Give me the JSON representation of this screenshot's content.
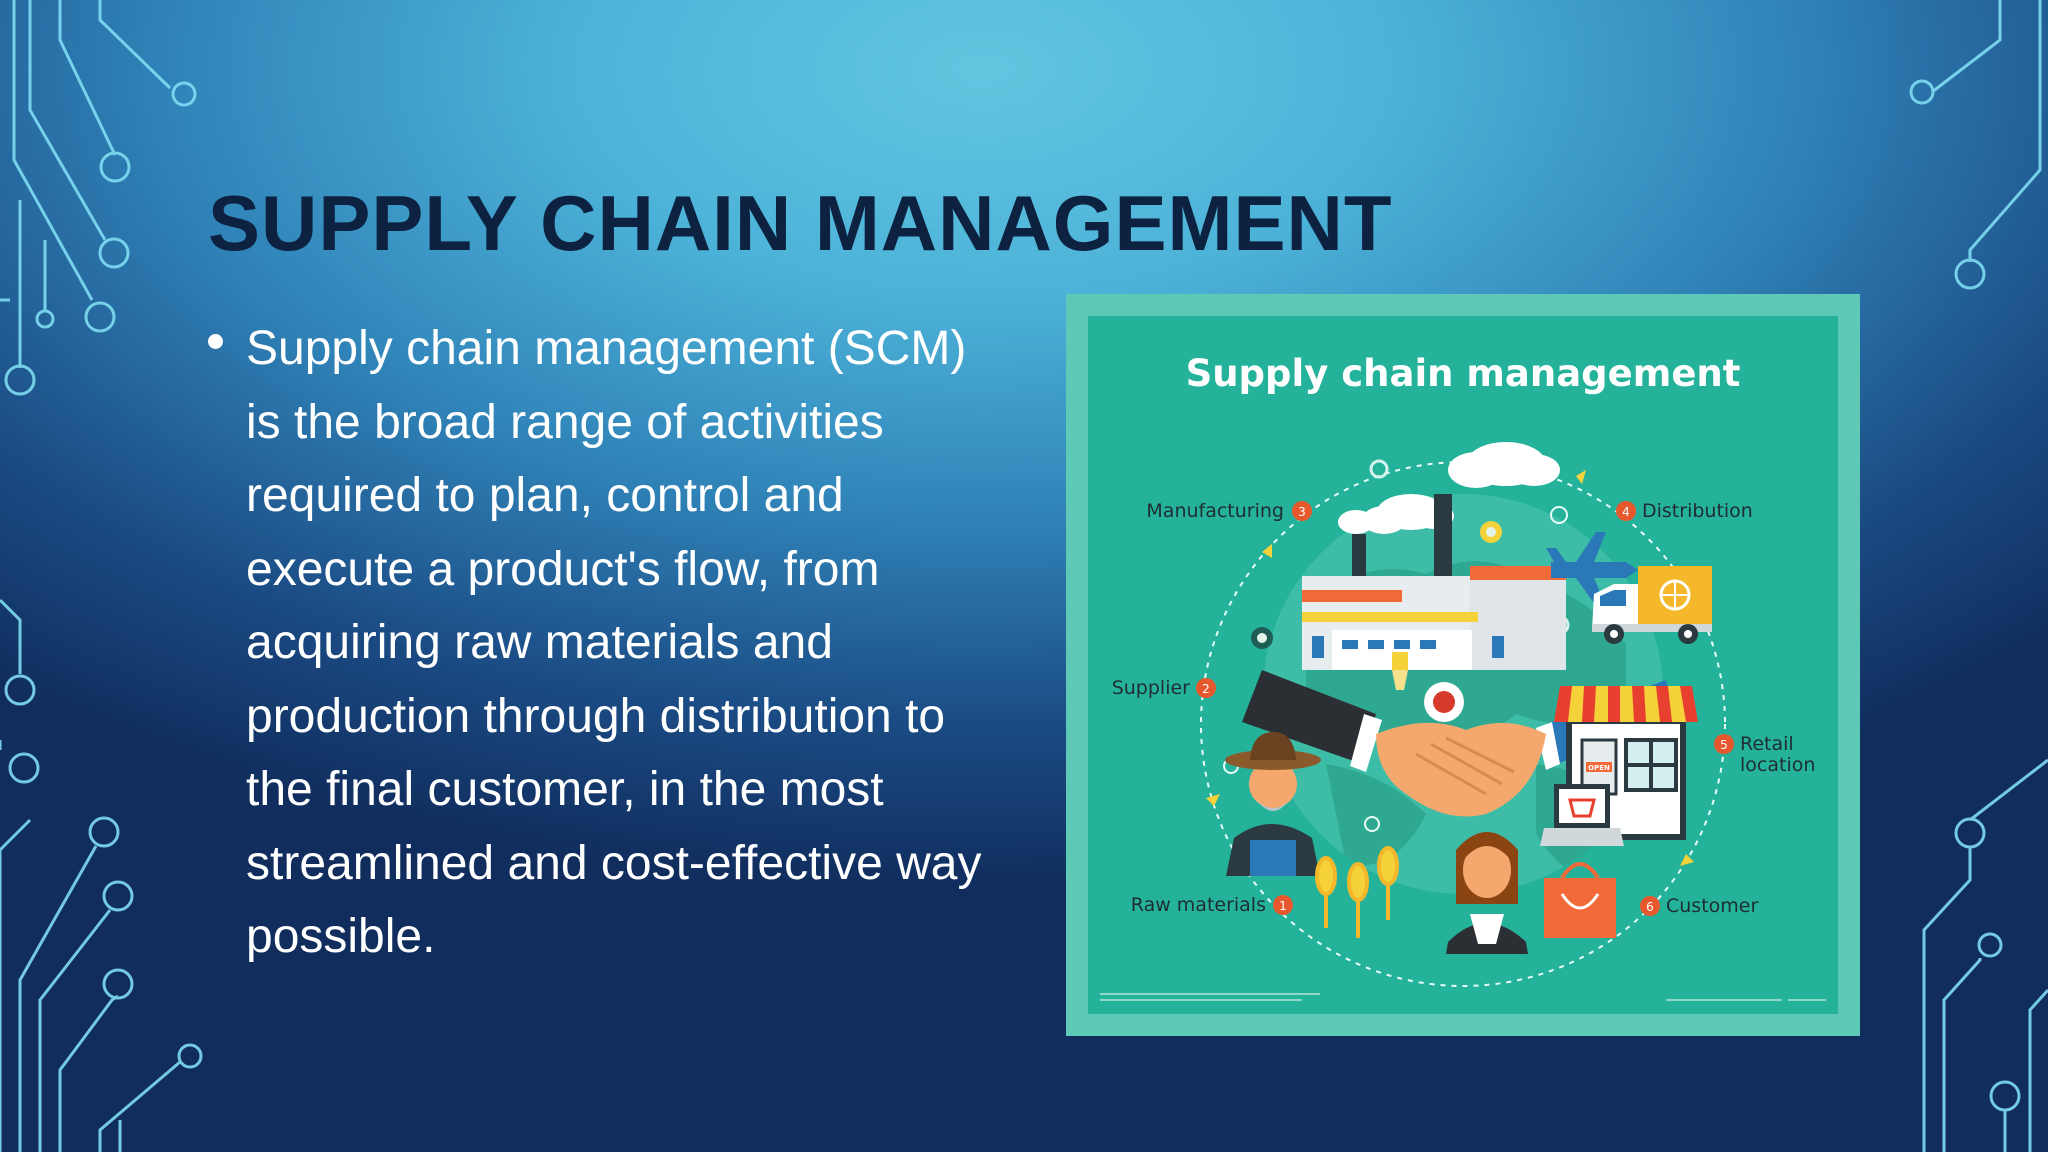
{
  "slide": {
    "title": "SUPPLY CHAIN MANAGEMENT",
    "bullet": "Supply chain management (SCM) is the broad range of activities required to plan, control and execute a product's flow, from acquiring raw materials and production through distribution to the final customer, in the most streamlined and cost-effective way possible."
  },
  "infographic": {
    "title": "Supply chain management",
    "steps": [
      {
        "number": "1",
        "label": "Raw materials"
      },
      {
        "number": "2",
        "label": "Supplier"
      },
      {
        "number": "3",
        "label": "Manufacturing"
      },
      {
        "number": "4",
        "label": "Distribution"
      },
      {
        "number": "5",
        "label_line1": "Retail",
        "label_line2": "location"
      },
      {
        "number": "6",
        "label": "Customer"
      }
    ],
    "shop_sign": "OPEN"
  },
  "colors": {
    "title_text": "#0d2240",
    "infographic_teal": "#24b39a",
    "step_badge": "#e8582d",
    "circuit_lines": "#7fd8ef"
  }
}
